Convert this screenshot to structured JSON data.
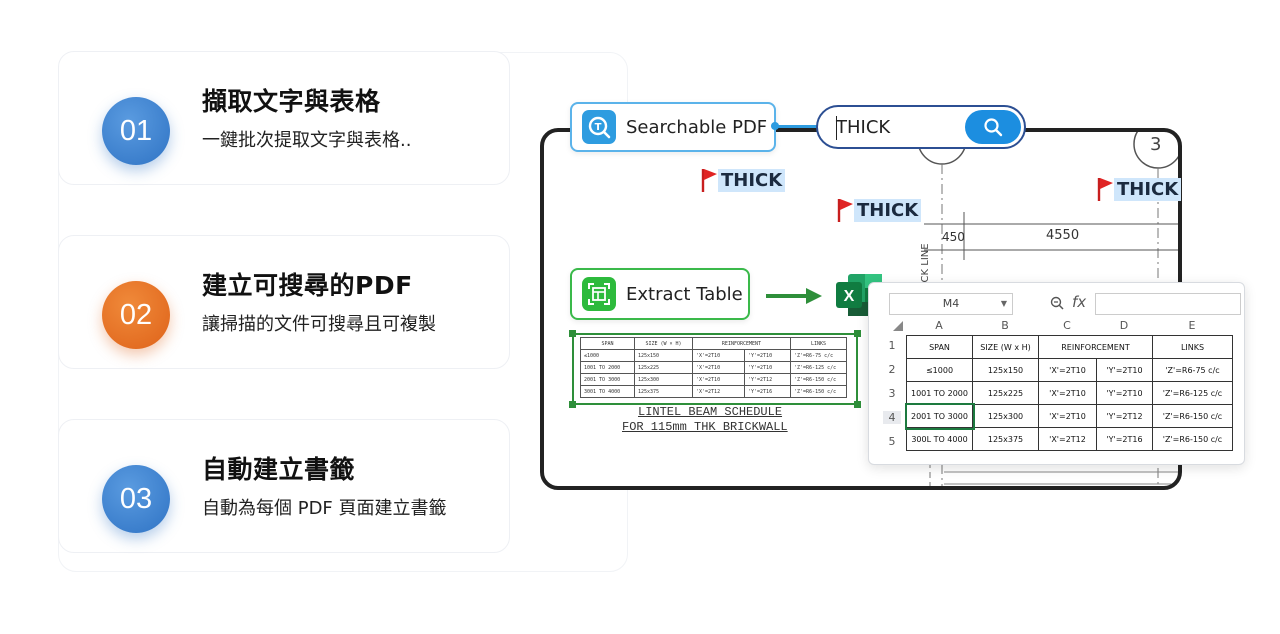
{
  "features": [
    {
      "number": "01",
      "title": "擷取文字與表格",
      "description": "一鍵批次提取文字與表格.."
    },
    {
      "number": "02",
      "title": "建立可搜尋的PDF",
      "description": "讓掃描的文件可搜尋且可複製"
    },
    {
      "number": "03",
      "title": "自動建立書籤",
      "description": "自動為每個 PDF 頁面建立書籤"
    }
  ],
  "searchable_pdf": {
    "label": "Searchable PDF",
    "icon": "ocr-search-icon"
  },
  "search": {
    "query": "THICK",
    "button_icon": "search-icon"
  },
  "highlights": [
    "THICK",
    "THICK",
    "THICK"
  ],
  "extract_table": {
    "label": "Extract Table",
    "icon": "table-scan-icon"
  },
  "drawing": {
    "dimension_a": "450",
    "dimension_b": "4550",
    "label_back": "BACK LINE",
    "grid_mark": "3",
    "caption_line1": "LINTEL BEAM SCHEDULE",
    "caption_line2": "FOR 115mm THK BRICKWALL",
    "mini_table": [
      [
        "SPAN",
        "SIZE (W × H)",
        "REINFORCEMENT",
        "",
        "LINKS"
      ],
      [
        "≤1000",
        "125x150",
        "'X'=2T10",
        "'Y'=2T10",
        "'Z'=R6-75 c/c"
      ],
      [
        "1001 TO 2000",
        "125x225",
        "'X'=2T10",
        "'Y'=2T10",
        "'Z'=R6-125 c/c"
      ],
      [
        "2001 TO 3000",
        "125x300",
        "'X'=2T10",
        "'Y'=2T12",
        "'Z'=R6-150 c/c"
      ],
      [
        "3001 TO 4000",
        "125x375",
        "'X'=2T12",
        "'Y'=2T16",
        "'Z'=R6-150 c/c"
      ]
    ]
  },
  "spreadsheet": {
    "cell_ref": "M4",
    "fx_label": "fx",
    "columns": [
      "A",
      "B",
      "C",
      "D",
      "E"
    ],
    "rows": [
      "1",
      "2",
      "3",
      "4",
      "5"
    ],
    "cells": [
      [
        "SPAN",
        "SIZE (W x H)",
        "REINFORCEMENT",
        "",
        "LINKS"
      ],
      [
        "≤1000",
        "125x150",
        "'X'=2T10",
        "'Y'=2T10",
        "'Z'=R6-75 c/c"
      ],
      [
        "1001 TO 2000",
        "125x225",
        "'X'=2T10",
        "'Y'=2T10",
        "'Z'=R6-125 c/c"
      ],
      [
        "2001 TO 3000",
        "125x300",
        "'X'=2T10",
        "'Y'=2T12",
        "'Z'=R6-150 c/c"
      ],
      [
        "300L TO 4000",
        "125x375",
        "'X'=2T12",
        "'Y'=2T16",
        "'Z'=R6-150 c/c"
      ]
    ]
  },
  "colors": {
    "blue": "#2f73c4",
    "orange": "#de6219",
    "search_blue": "#1c8ee0",
    "extract_green": "#2dba3c",
    "excel_green": "#1d7a3f"
  }
}
